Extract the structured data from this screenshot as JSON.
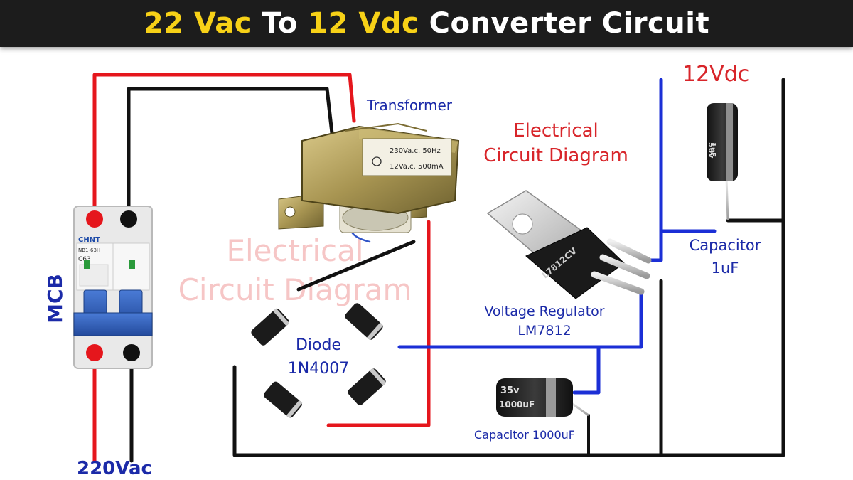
{
  "title": {
    "part1": "22 Vac",
    "part2": " To ",
    "part3": "12 Vdc",
    "part4": " Converter Circuit",
    "highlight_color": "#f7d117",
    "text_color": "#ffffff",
    "background": "#1c1c1c"
  },
  "labels": {
    "transformer": "Transformer",
    "electrical_circuit_line1": "Electrical",
    "electrical_circuit_line2": "Circuit Diagram",
    "watermark_line1": "Electrical",
    "watermark_line2": "Circuit Diagram",
    "output_voltage": "12Vdc",
    "mcb": "MCB",
    "input_voltage": "220Vac",
    "diode_line1": "Diode",
    "diode_line2": "1N4007",
    "regulator_line1": "Voltage Regulator",
    "regulator_line2": "LM7812",
    "capacitor_small_line1": "Capacitor",
    "capacitor_small_line2": "1uF",
    "capacitor_large": "Capacitor 1000uF"
  },
  "components": {
    "mcb": {
      "brand": "CHNT",
      "model": "NB1-63H",
      "rating": "C63"
    },
    "transformer": {
      "spec_line1": "230Va.c. 50Hz",
      "spec_line2": "12Va.c. 500mA"
    },
    "regulator": {
      "marking": "L7812CV"
    },
    "cap_large": {
      "voltage": "35v",
      "capacitance": "1000uF"
    },
    "cap_small": {
      "voltage": "50v",
      "capacitance": "1uF"
    }
  },
  "colors": {
    "wire_live": "#e5161c",
    "wire_neutral": "#111111",
    "wire_dc": "#1b2fd6",
    "label_blue": "#1b2aa8",
    "label_red": "#d8252a",
    "watermark": "#f4b3b3"
  }
}
